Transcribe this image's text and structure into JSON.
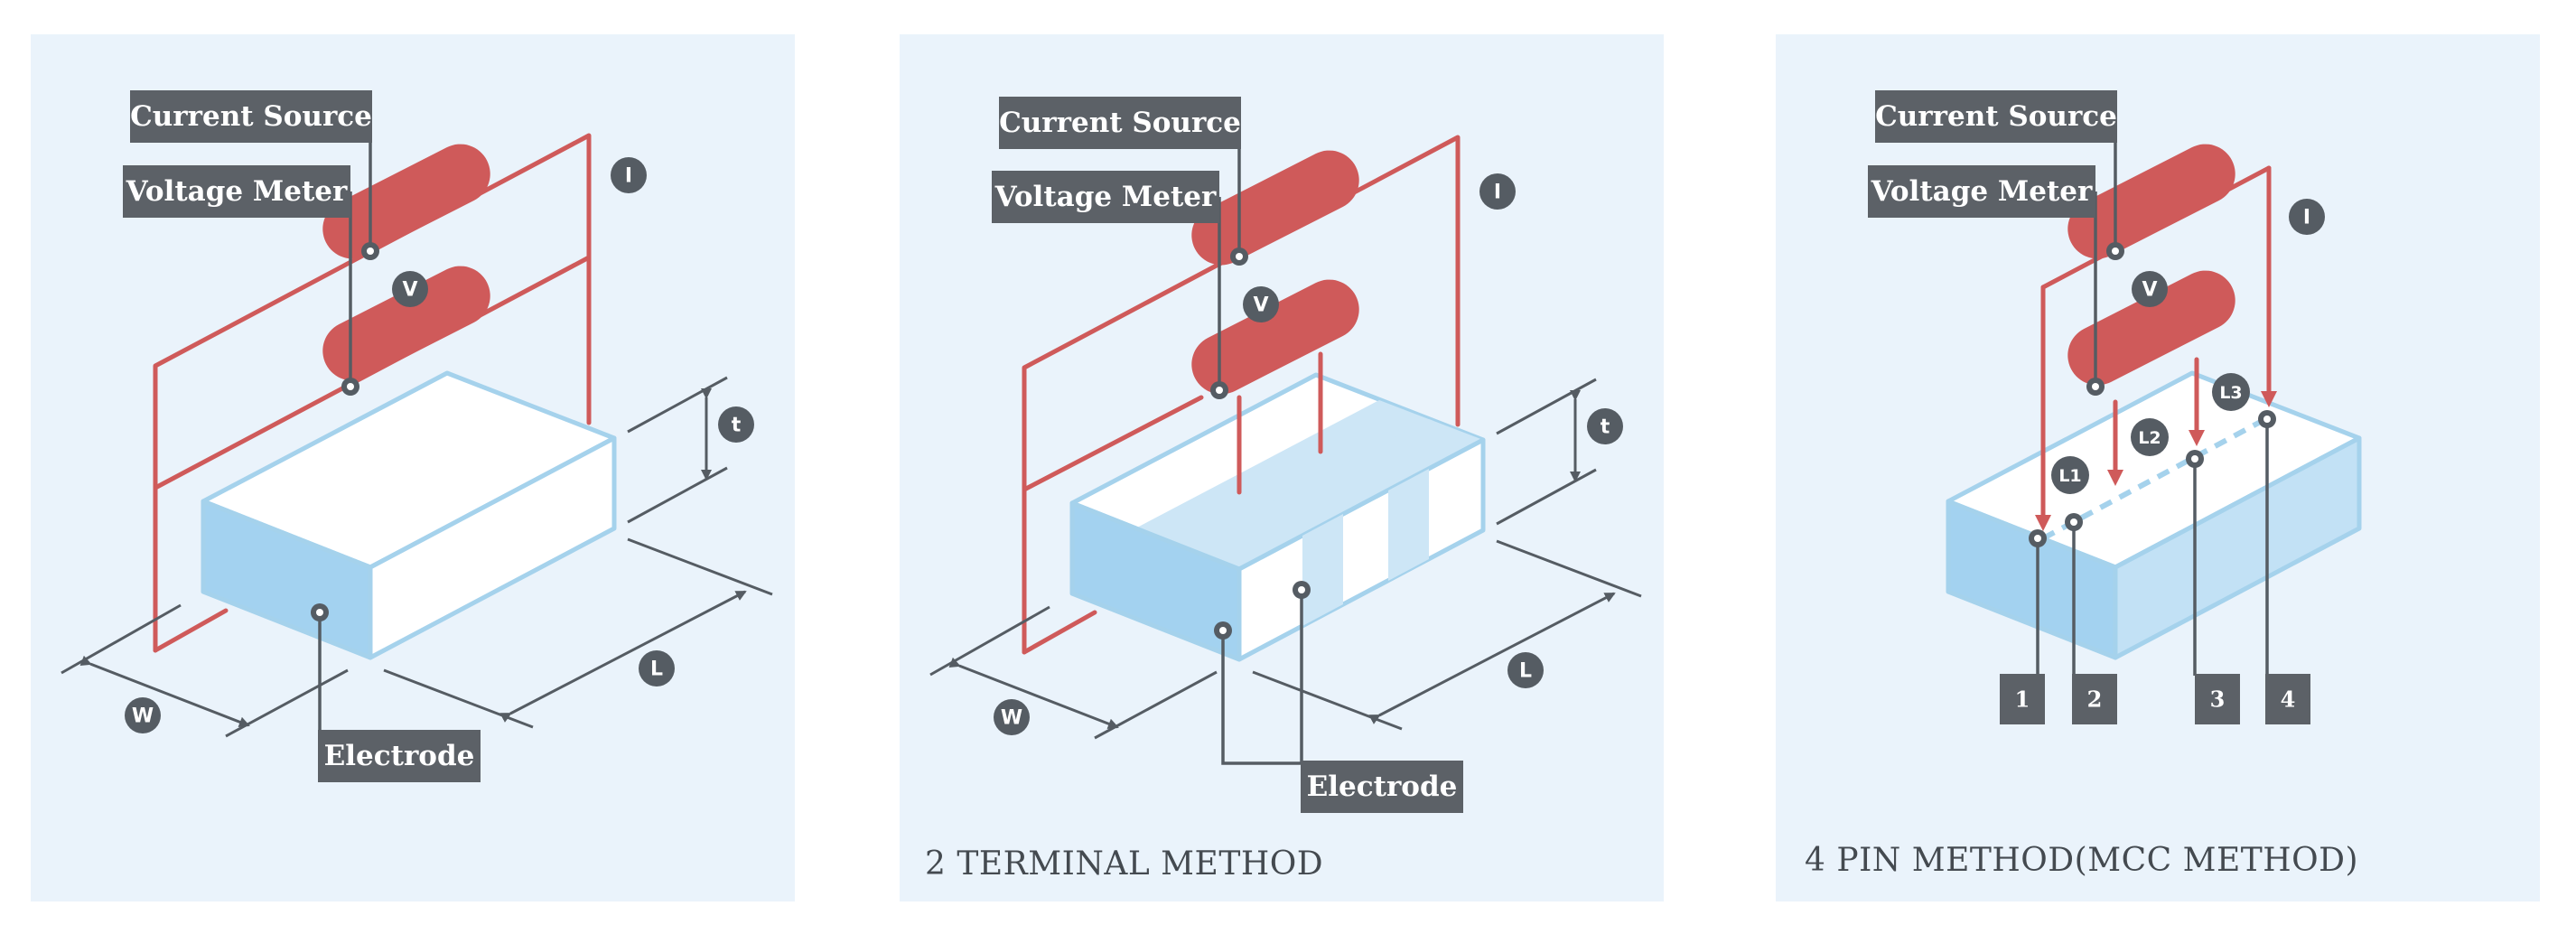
{
  "panels": [
    {
      "id": "basic",
      "caption": "",
      "labels": {
        "current_source": "Current Source",
        "voltage_meter": "Voltage Meter",
        "electrode": "Electrode"
      },
      "badges": {
        "current": "I",
        "voltage": "V",
        "thickness": "t",
        "length": "L",
        "width": "W"
      }
    },
    {
      "id": "two-terminal",
      "caption": "2 TERMINAL METHOD",
      "labels": {
        "current_source": "Current Source",
        "voltage_meter": "Voltage Meter",
        "electrode": "Electrode"
      },
      "badges": {
        "current": "I",
        "voltage": "V",
        "thickness": "t",
        "length": "L",
        "width": "W"
      }
    },
    {
      "id": "four-pin",
      "caption": "4 PIN METHOD(MCC METHOD)",
      "labels": {
        "current_source": "Current Source",
        "voltage_meter": "Voltage Meter"
      },
      "badges": {
        "current": "I",
        "voltage": "V",
        "l1": "L1",
        "l2": "L2",
        "l3": "L3"
      },
      "pins": [
        "1",
        "2",
        "3",
        "4"
      ]
    }
  ],
  "colors": {
    "panel_bg": "#eaf3fb",
    "wire": "#cf5a5a",
    "box_edge": "#a5d2ec",
    "box_side": "#a3d2f0",
    "label_bg": "#5c6167"
  }
}
